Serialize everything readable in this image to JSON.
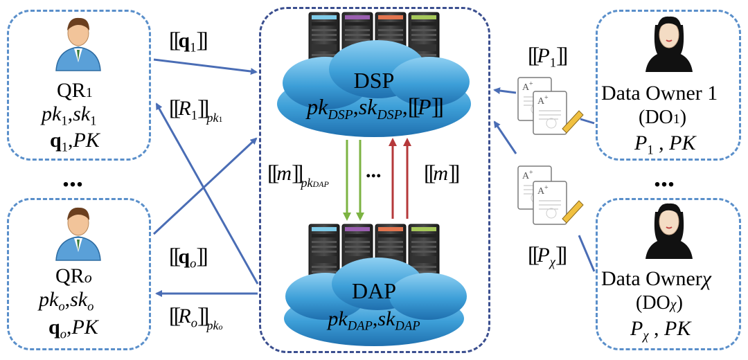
{
  "qr1": {
    "name_main": "QR",
    "name_sub": "1",
    "keys": [
      "pk",
      "1",
      "sk",
      "1"
    ],
    "query": [
      "q",
      "1",
      "PK"
    ]
  },
  "qro": {
    "name_main": "QR",
    "name_sub": "o",
    "keys": [
      "pk",
      "o",
      "sk",
      "o"
    ],
    "query": [
      "q",
      "o",
      "PK"
    ]
  },
  "dsp": {
    "title": "DSP",
    "k1": "pk",
    "k1sub": "DSP",
    "k2": "sk",
    "k2sub": "DSP",
    "k3": "P"
  },
  "dap": {
    "title": "DAP",
    "k1": "pk",
    "k1sub": "DAP",
    "k2": "sk",
    "k2sub": "DAP"
  },
  "do1": {
    "line1": "Data Owner 1",
    "line2_main": "(DO",
    "line2_sub": "1",
    "line2_end": ")",
    "p": "P",
    "psub": "1",
    "pk": "PK"
  },
  "dox": {
    "line1_main": "Data Owner",
    "line1_sym": "χ",
    "line2_main": "(DO",
    "line2_sub": "χ",
    "line2_end": ")",
    "p": "P",
    "psub": "χ",
    "pk": "PK"
  },
  "edges": {
    "q1": {
      "sym": "q",
      "sub": "1"
    },
    "r1": {
      "sym": "R",
      "sub": "1",
      "key": "pk",
      "keysub": "1"
    },
    "qo": {
      "sym": "q",
      "sub": "o"
    },
    "ro": {
      "sym": "R",
      "sub": "o",
      "key": "pk",
      "keysub": "o"
    },
    "p1": {
      "sym": "P",
      "sub": "1"
    },
    "px": {
      "sym": "P",
      "sub": "χ"
    },
    "m_down": {
      "sym": "m",
      "key": "pk",
      "keysub": "DAP"
    },
    "m_up": {
      "sym": "m"
    }
  },
  "ellipsis": "...",
  "colors": {
    "box_border": "#5a8fca",
    "center_border": "#3b4f8f",
    "arrow_blue": "#4a6db5",
    "arrow_green": "#7cb342",
    "arrow_red": "#b5383a",
    "cloud": "#4aa6dc"
  }
}
